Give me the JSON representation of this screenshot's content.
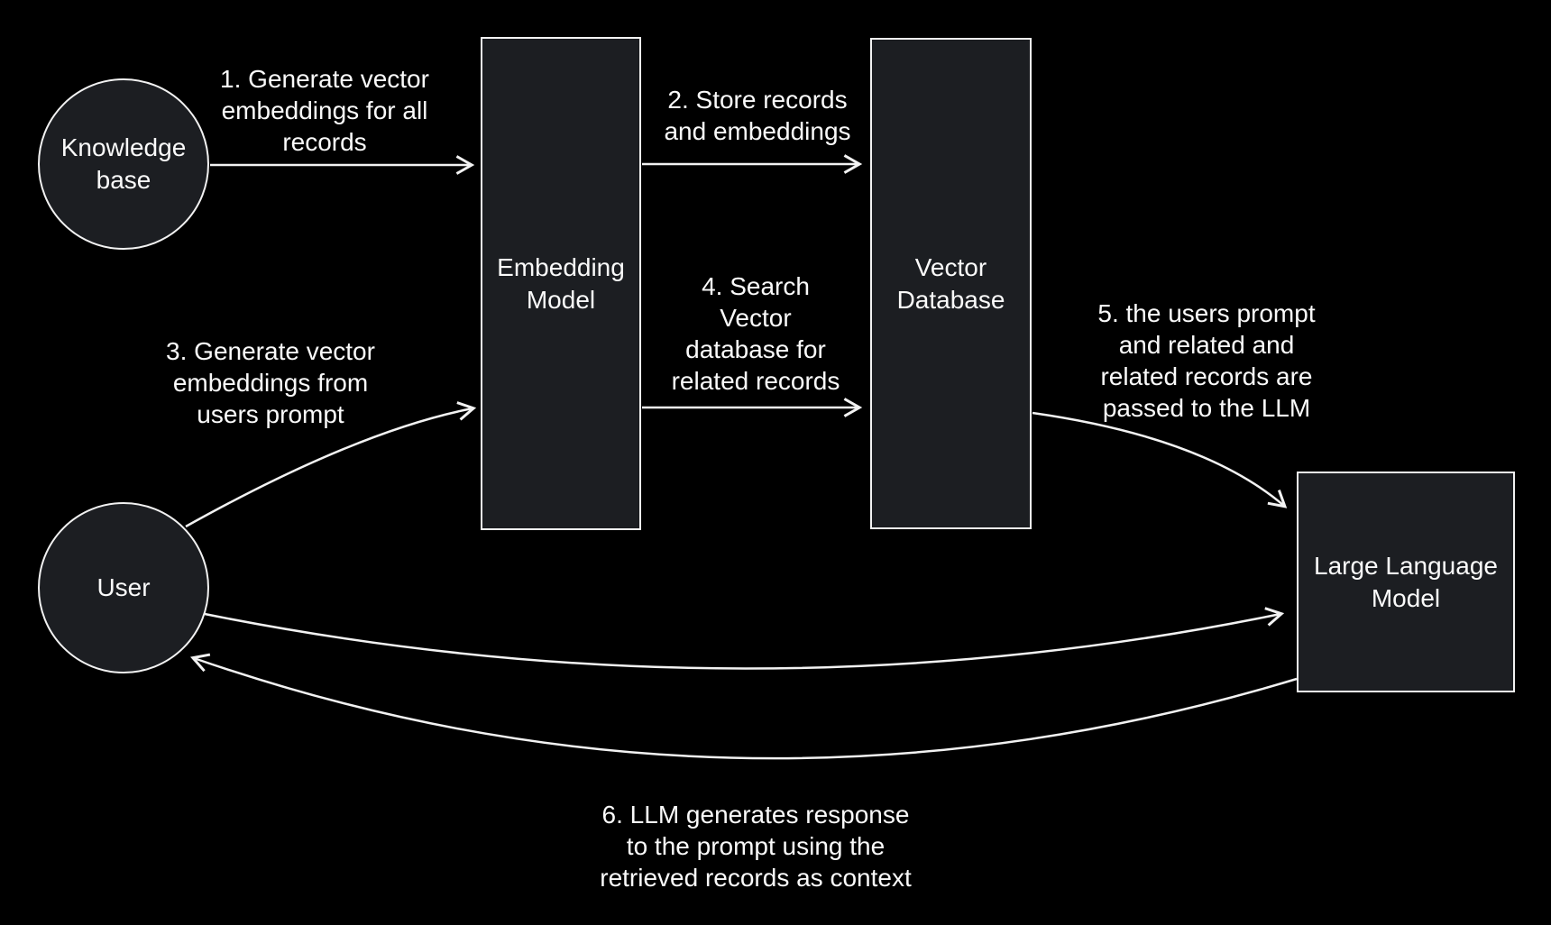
{
  "theme": {
    "bg": "#000000",
    "node_fill": "#1c1e22",
    "stroke": "#f2f2f2",
    "text": "#fafafa"
  },
  "nodes": {
    "knowledge_base": {
      "shape": "circle",
      "label": "Knowledge\nbase"
    },
    "user": {
      "shape": "circle",
      "label": "User"
    },
    "embedding_model": {
      "shape": "rect",
      "label": "Embedding\nModel"
    },
    "vector_database": {
      "shape": "rect",
      "label": "Vector\nDatabase"
    },
    "large_language_model": {
      "shape": "rect",
      "label": "Large Language\nModel"
    }
  },
  "edges": {
    "e1": {
      "from": "knowledge_base",
      "to": "embedding_model",
      "label": "1. Generate vector\nembeddings for all\nrecords"
    },
    "e2": {
      "from": "embedding_model",
      "to": "vector_database",
      "label": "2. Store records\nand embeddings"
    },
    "e3": {
      "from": "user",
      "to": "embedding_model",
      "label": "3. Generate vector\nembeddings from\nusers prompt"
    },
    "e4": {
      "from": "embedding_model",
      "to": "vector_database",
      "label": "4. Search\nVector\ndatabase for\nrelated records"
    },
    "e5": {
      "from": "vector_database",
      "to": "large_language_model",
      "label": "5. the users prompt\nand related and\nrelated records are\npassed to the LLM"
    },
    "e6": {
      "from": "user",
      "to": "large_language_model",
      "label": ""
    },
    "e7": {
      "from": "large_language_model",
      "to": "user",
      "label": "6. LLM generates response\nto the prompt using the\nretrieved records as context"
    }
  }
}
